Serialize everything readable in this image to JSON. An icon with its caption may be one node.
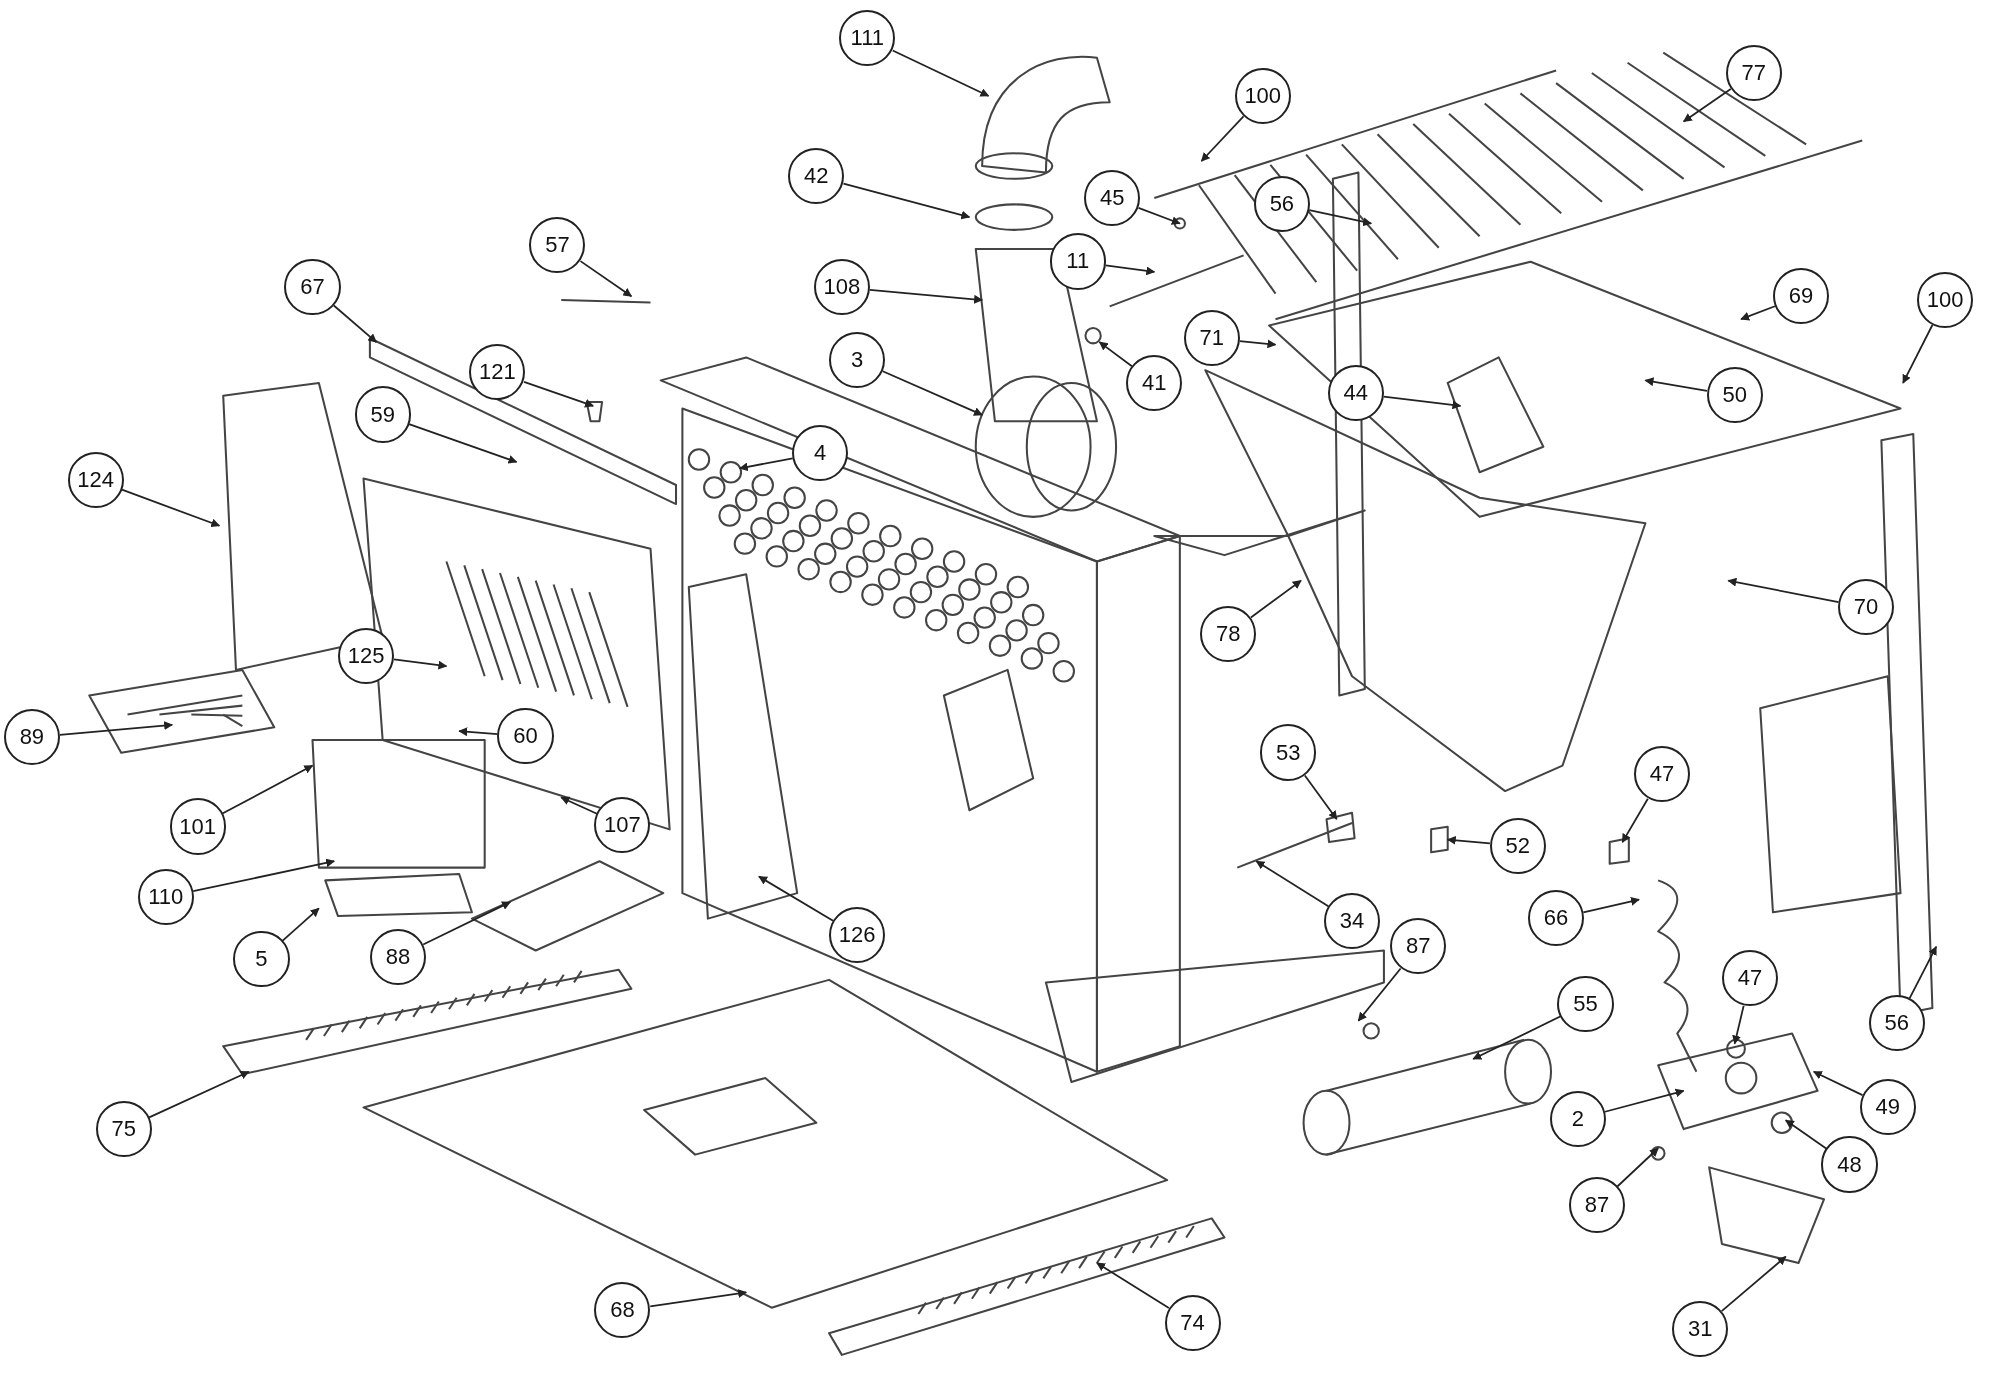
{
  "diagram": {
    "nodes": [
      {
        "text": [
          "111"
        ]
      },
      {
        "text": [
          "77"
        ]
      },
      {
        "text": [
          "100"
        ]
      },
      {
        "text": [
          "42"
        ]
      },
      {
        "text": [
          "45"
        ]
      },
      {
        "text": [
          "56"
        ]
      },
      {
        "text": [
          "57"
        ]
      },
      {
        "text": [
          "11"
        ]
      },
      {
        "text": [
          "67"
        ]
      },
      {
        "text": [
          "108"
        ]
      },
      {
        "text": [
          "69"
        ]
      },
      {
        "text": [
          "100"
        ]
      },
      {
        "text": [
          "71"
        ]
      },
      {
        "text": [
          "3"
        ]
      },
      {
        "text": [
          "41"
        ]
      },
      {
        "text": [
          "121"
        ]
      },
      {
        "text": [
          "50"
        ]
      },
      {
        "text": [
          "44"
        ]
      },
      {
        "text": [
          "59"
        ]
      },
      {
        "text": [
          "4"
        ]
      },
      {
        "text": [
          "124"
        ]
      },
      {
        "text": [
          "70"
        ]
      },
      {
        "text": [
          "78"
        ]
      },
      {
        "text": [
          "125"
        ]
      },
      {
        "text": [
          "60"
        ]
      },
      {
        "text": [
          "89"
        ]
      },
      {
        "text": [
          "53"
        ]
      },
      {
        "text": [
          "47"
        ]
      },
      {
        "text": [
          "101"
        ]
      },
      {
        "text": [
          "107"
        ]
      },
      {
        "text": [
          "52"
        ]
      },
      {
        "text": [
          "110"
        ]
      },
      {
        "text": [
          "34"
        ]
      },
      {
        "text": [
          "66"
        ]
      },
      {
        "text": [
          "126"
        ]
      },
      {
        "text": [
          "5"
        ]
      },
      {
        "text": [
          "88"
        ]
      },
      {
        "text": [
          "87"
        ]
      },
      {
        "text": [
          "47"
        ]
      },
      {
        "text": [
          "55"
        ]
      },
      {
        "text": [
          "56"
        ]
      },
      {
        "text": [
          "49"
        ]
      },
      {
        "text": [
          "2"
        ]
      },
      {
        "text": [
          "75"
        ]
      },
      {
        "text": [
          "48"
        ]
      },
      {
        "text": [
          "87"
        ]
      },
      {
        "text": [
          "68"
        ]
      },
      {
        "text": [
          "74"
        ]
      },
      {
        "text": [
          "31"
        ]
      }
    ],
    "edges": [
      {
        "from": 0,
        "to": null,
        "arrow": "to"
      },
      {
        "from": 1,
        "to": null,
        "arrow": "to"
      },
      {
        "from": 2,
        "to": null,
        "arrow": "to"
      },
      {
        "from": 3,
        "to": null,
        "arrow": "to"
      },
      {
        "from": 4,
        "to": null,
        "arrow": "to"
      },
      {
        "from": 5,
        "to": null,
        "arrow": "to"
      },
      {
        "from": 6,
        "to": null,
        "arrow": "to"
      },
      {
        "from": 7,
        "to": null,
        "arrow": "to"
      },
      {
        "from": 8,
        "to": null,
        "arrow": "to"
      },
      {
        "from": 9,
        "to": null,
        "arrow": "to"
      },
      {
        "from": 10,
        "to": null,
        "arrow": "to"
      },
      {
        "from": 11,
        "to": null,
        "arrow": "to"
      },
      {
        "from": 12,
        "to": null,
        "arrow": "to"
      },
      {
        "from": 13,
        "to": null,
        "arrow": "to"
      },
      {
        "from": 14,
        "to": null,
        "arrow": "to"
      },
      {
        "from": 15,
        "to": null,
        "arrow": "to"
      },
      {
        "from": 16,
        "to": null,
        "arrow": "to"
      },
      {
        "from": 17,
        "to": null,
        "arrow": "to"
      },
      {
        "from": 18,
        "to": null,
        "arrow": "to"
      },
      {
        "from": 19,
        "to": null,
        "arrow": "to"
      },
      {
        "from": 20,
        "to": null,
        "arrow": "to"
      },
      {
        "from": 21,
        "to": null,
        "arrow": "to"
      },
      {
        "from": 22,
        "to": null,
        "arrow": "to"
      },
      {
        "from": 23,
        "to": null,
        "arrow": "to"
      },
      {
        "from": 24,
        "to": null,
        "arrow": "to"
      },
      {
        "from": 25,
        "to": null,
        "arrow": "to"
      },
      {
        "from": 26,
        "to": null,
        "arrow": "to"
      },
      {
        "from": 27,
        "to": null,
        "arrow": "to"
      },
      {
        "from": 28,
        "to": null,
        "arrow": "to"
      },
      {
        "from": 29,
        "to": null,
        "arrow": "to"
      },
      {
        "from": 30,
        "to": null,
        "arrow": "to"
      },
      {
        "from": 31,
        "to": null,
        "arrow": "to"
      },
      {
        "from": 32,
        "to": null,
        "arrow": "to"
      },
      {
        "from": 33,
        "to": null,
        "arrow": "to"
      },
      {
        "from": 34,
        "to": null,
        "arrow": "to"
      },
      {
        "from": 35,
        "to": null,
        "arrow": "to"
      },
      {
        "from": 36,
        "to": null,
        "arrow": "to"
      },
      {
        "from": 37,
        "to": null,
        "arrow": "to"
      },
      {
        "from": 38,
        "to": null,
        "arrow": "to"
      },
      {
        "from": 39,
        "to": null,
        "arrow": "to"
      },
      {
        "from": 40,
        "to": null,
        "arrow": "to"
      },
      {
        "from": 41,
        "to": null,
        "arrow": "to"
      },
      {
        "from": 42,
        "to": null,
        "arrow": "to"
      },
      {
        "from": 43,
        "to": null,
        "arrow": "to"
      },
      {
        "from": 44,
        "to": null,
        "arrow": "to"
      },
      {
        "from": 45,
        "to": null,
        "arrow": "to"
      },
      {
        "from": 46,
        "to": null,
        "arrow": "to"
      },
      {
        "from": 47,
        "to": null,
        "arrow": "to"
      },
      {
        "from": 48,
        "to": null,
        "arrow": "to"
      }
    ]
  }
}
